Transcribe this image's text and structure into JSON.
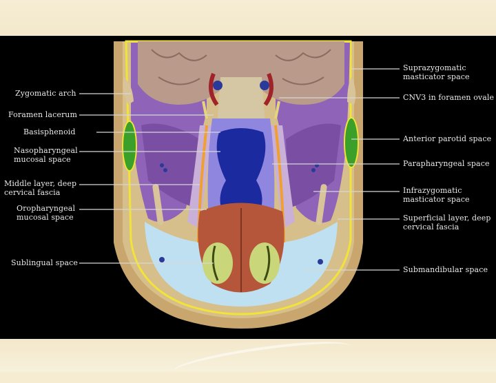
{
  "labels_left": [
    "Zygomatic arch",
    "Foramen lacerum",
    "Basisphenoid",
    "Nasopharyngeal\nmucosal space",
    "Middle layer, deep\ncervical fascia",
    "Oropharyngeal\nmucosal space",
    "Sublingual space"
  ],
  "labels_right": [
    "Suprazygomatic\nmasticator space",
    "CNV3 in foramen ovale",
    "Anterior parotid space",
    "Parapharyngeal space",
    "Infrazygomatic\nmasticator space",
    "Superficial layer, deep\ncervical fascia",
    "Submandibular space"
  ],
  "colors": {
    "background": "#000000",
    "label_text": "#e9e9e9",
    "leader_line": "#d8d8d8",
    "fascia_yellow": "#f2e33a",
    "masticator_purple": "#8f63b8",
    "parotid_green": "#3aa02a",
    "pharynx_blue": "#2a3aa8",
    "submandibular_lightblue": "#bfe0f0",
    "skin_tan": "#c8a66e",
    "brain": "#b99a8b"
  }
}
